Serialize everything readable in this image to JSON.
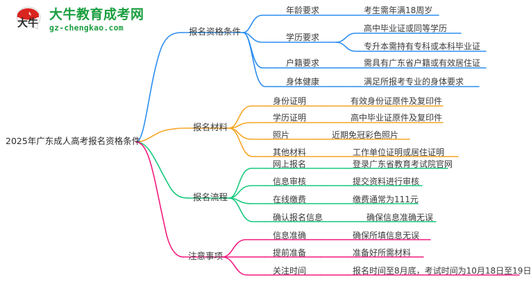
{
  "logo": {
    "icon": "daniu-bull-logo-icon",
    "cn_name": "大牛教育成考网",
    "domain": "gz-chengkao.com",
    "brand_color": "#1a9e3f",
    "mark_red": "#d9241f"
  },
  "mindmap": {
    "root": {
      "label": "2025年广东成人高考报名资格条件"
    },
    "branch_colors": {
      "qualification": "#2a8ef0",
      "materials": "#f5a623",
      "process": "#15ca7c",
      "notes": "#f21a7e"
    },
    "branches": [
      {
        "id": "qualification",
        "label": "报名资格条件",
        "color": "#2a8ef0",
        "children": [
          {
            "label": "年龄要求",
            "details": [
              "考生需年满18周岁"
            ]
          },
          {
            "label": "学历要求",
            "details": [
              "高中毕业证或同等学历",
              "专升本需持有专科或本科毕业证"
            ]
          },
          {
            "label": "户籍要求",
            "details": [
              "需具有广东省户籍或有效居住证"
            ]
          },
          {
            "label": "身体健康",
            "details": [
              "满足所报考专业的身体要求"
            ]
          }
        ]
      },
      {
        "id": "materials",
        "label": "报名材料",
        "color": "#f5a623",
        "children": [
          {
            "label": "身份证明",
            "details": [
              "有效身份证原件及复印件"
            ]
          },
          {
            "label": "学历证明",
            "details": [
              "高中毕业证原件及复印件"
            ]
          },
          {
            "label": "照片",
            "details": [
              "近期免冠彩色照片"
            ]
          },
          {
            "label": "其他材料",
            "details": [
              "工作单位证明或居住证明"
            ]
          }
        ]
      },
      {
        "id": "process",
        "label": "报名流程",
        "color": "#15ca7c",
        "children": [
          {
            "label": "网上报名",
            "details": [
              "登录广东省教育考试院官网"
            ]
          },
          {
            "label": "信息审核",
            "details": [
              "提交资料进行审核"
            ]
          },
          {
            "label": "在线缴费",
            "details": [
              "缴费通常为111元"
            ]
          },
          {
            "label": "确认报名信息",
            "details": [
              "确保信息准确无误"
            ]
          }
        ]
      },
      {
        "id": "notes",
        "label": "注意事项",
        "color": "#f21a7e",
        "children": [
          {
            "label": "信息准确",
            "details": [
              "确保所填信息无误"
            ]
          },
          {
            "label": "提前准备",
            "details": [
              "准备好所需材料"
            ]
          },
          {
            "label": "关注时间",
            "details": [
              "报名时间至8月底，考试时间为10月18日至19日"
            ]
          }
        ]
      }
    ]
  }
}
